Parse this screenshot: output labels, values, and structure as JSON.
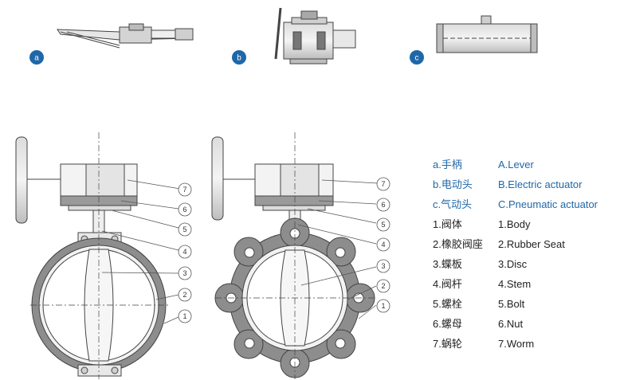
{
  "badges": [
    "a",
    "b",
    "c"
  ],
  "callouts": [
    "1",
    "2",
    "3",
    "4",
    "5",
    "6",
    "7"
  ],
  "legend": [
    {
      "cn": "a.手柄",
      "en": "A.Lever",
      "blue": true
    },
    {
      "cn": "b.电动头",
      "en": "B.Electric actuator",
      "blue": true
    },
    {
      "cn": "c.气动头",
      "en": "C.Pneumatic actuator",
      "blue": true
    },
    {
      "cn": "1.阀体",
      "en": "1.Body",
      "blue": false
    },
    {
      "cn": "2.橡胶阀座",
      "en": "2.Rubber Seat",
      "blue": false
    },
    {
      "cn": "3.蝶板",
      "en": "3.Disc",
      "blue": false
    },
    {
      "cn": "4.阀杆",
      "en": "4.Stem",
      "blue": false
    },
    {
      "cn": "5.螺栓",
      "en": "5.Bolt",
      "blue": false
    },
    {
      "cn": "6.螺母",
      "en": "6.Nut",
      "blue": false
    },
    {
      "cn": "7.蜗轮",
      "en": "7.Worm",
      "blue": false
    }
  ],
  "colors": {
    "badge": "#1f67a8",
    "legend_blue": "#1f67a8",
    "line": "#444444",
    "body_fill": "#8d8d8d"
  }
}
